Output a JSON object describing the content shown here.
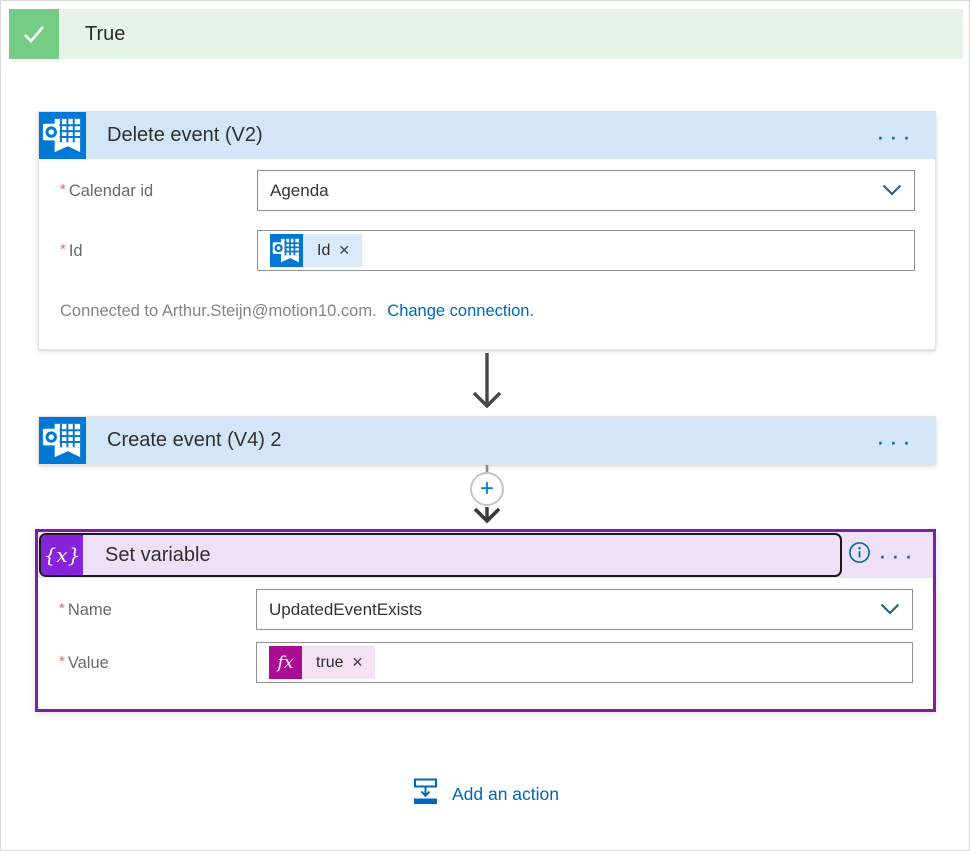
{
  "branch": {
    "label": "True"
  },
  "icons": {
    "more": "...",
    "plus": "+",
    "close": "✕",
    "variable_glyph": "{x}",
    "fx_glyph": "fx"
  },
  "required_marker": "*",
  "delete_card": {
    "title": "Delete event (V2)",
    "calendar_label": "Calendar id",
    "calendar_value": "Agenda",
    "id_label": "Id",
    "id_token": "Id",
    "connected_text": "Connected to Arthur.Steijn@motion10.com.",
    "change_connection": "Change connection."
  },
  "create_card": {
    "title": "Create event (V4) 2"
  },
  "set_variable_card": {
    "title": "Set variable",
    "name_label": "Name",
    "name_value": "UpdatedEventExists",
    "value_label": "Value",
    "value_token": "true"
  },
  "footer": {
    "add_action": "Add an action"
  },
  "colors": {
    "accent_blue": "#0078D4",
    "link_blue": "#0067B8",
    "branch_green": "#74CC85",
    "branch_green_bg": "#E7F2E8",
    "outlook_header_bg": "#D2E6F7",
    "variable_purple": "#8723DC",
    "selected_purple_border": "#7A1FA8",
    "variable_header_bg": "#EEE0F6",
    "fx_magenta": "#A80D94",
    "fx_token_bg": "#F4E1F2",
    "token_blue_bg": "#D9EAFA"
  }
}
